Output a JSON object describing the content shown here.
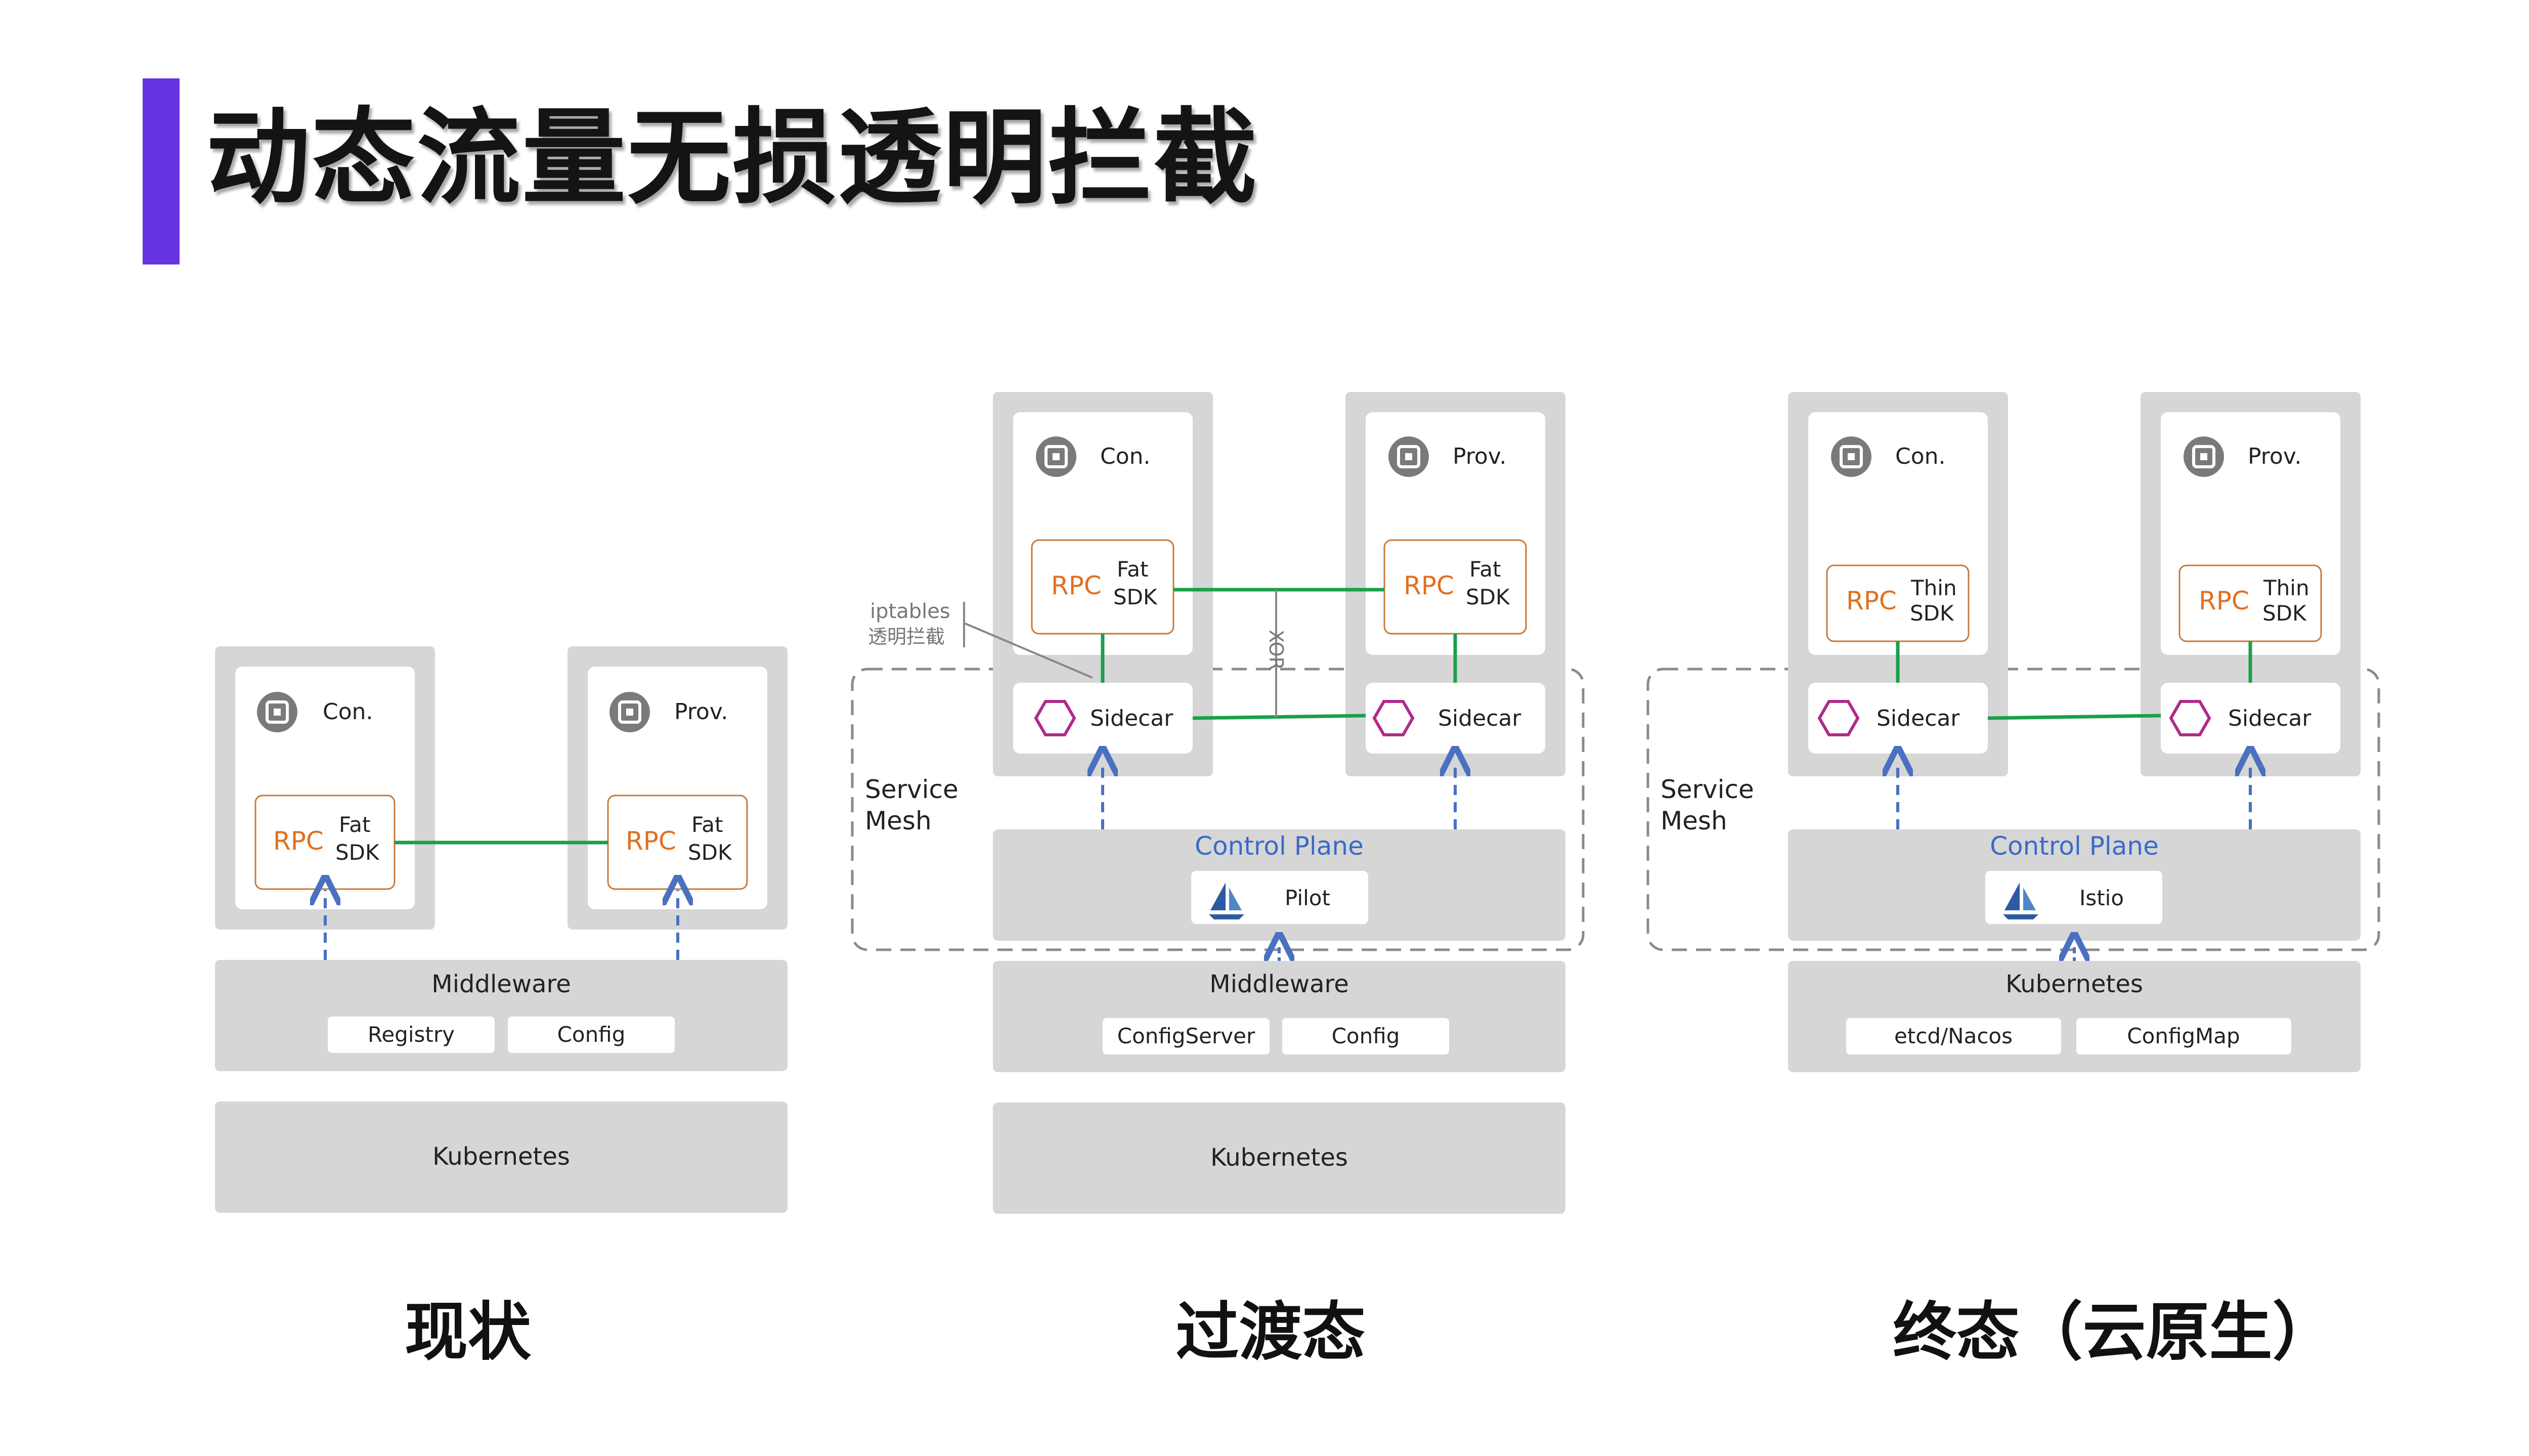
{
  "title": "动态流量无损透明拦截",
  "colors": {
    "accent": "#6633e0",
    "rpc": "#e07020",
    "link": "#1aa04a",
    "sidecar": "#b02a8a",
    "controlPlane": "#3a6ac8",
    "arrow": "#4a70c0",
    "panel": "#d6d6d6",
    "card": "#ffffff"
  },
  "icons": {
    "app": "chip-icon",
    "sidecar": "hexagon-icon",
    "pilot": "sailboat-icon"
  },
  "captions": {
    "current": "现状",
    "transition": "过渡态",
    "final": "终态（云原生）"
  },
  "panels": {
    "current": {
      "consumer": "Con.",
      "provider": "Prov.",
      "rpc": "RPC",
      "sdk_line1": "Fat",
      "sdk_line2": "SDK",
      "middleware": "Middleware",
      "registry": "Registry",
      "config": "Config",
      "kubernetes": "Kubernetes"
    },
    "transition": {
      "consumer": "Con.",
      "provider": "Prov.",
      "rpc": "RPC",
      "sdk_line1": "Fat",
      "sdk_line2": "SDK",
      "sidecar": "Sidecar",
      "iptables_line1": "iptables",
      "iptables_line2": "透明拦截",
      "xor": "XOR",
      "mesh_line1": "Service",
      "mesh_line2": "Mesh",
      "control_plane": "Control Plane",
      "pilot": "Pilot",
      "middleware": "Middleware",
      "config_server": "ConfigServer",
      "config": "Config",
      "kubernetes": "Kubernetes"
    },
    "final": {
      "consumer": "Con.",
      "provider": "Prov.",
      "rpc": "RPC",
      "sdk_line1": "Thin",
      "sdk_line2": "SDK",
      "sidecar": "Sidecar",
      "mesh_line1": "Service",
      "mesh_line2": "Mesh",
      "control_plane": "Control Plane",
      "istio": "Istio",
      "kubernetes": "Kubernetes",
      "etcd": "etcd/Nacos",
      "config_map": "ConfigMap"
    }
  }
}
